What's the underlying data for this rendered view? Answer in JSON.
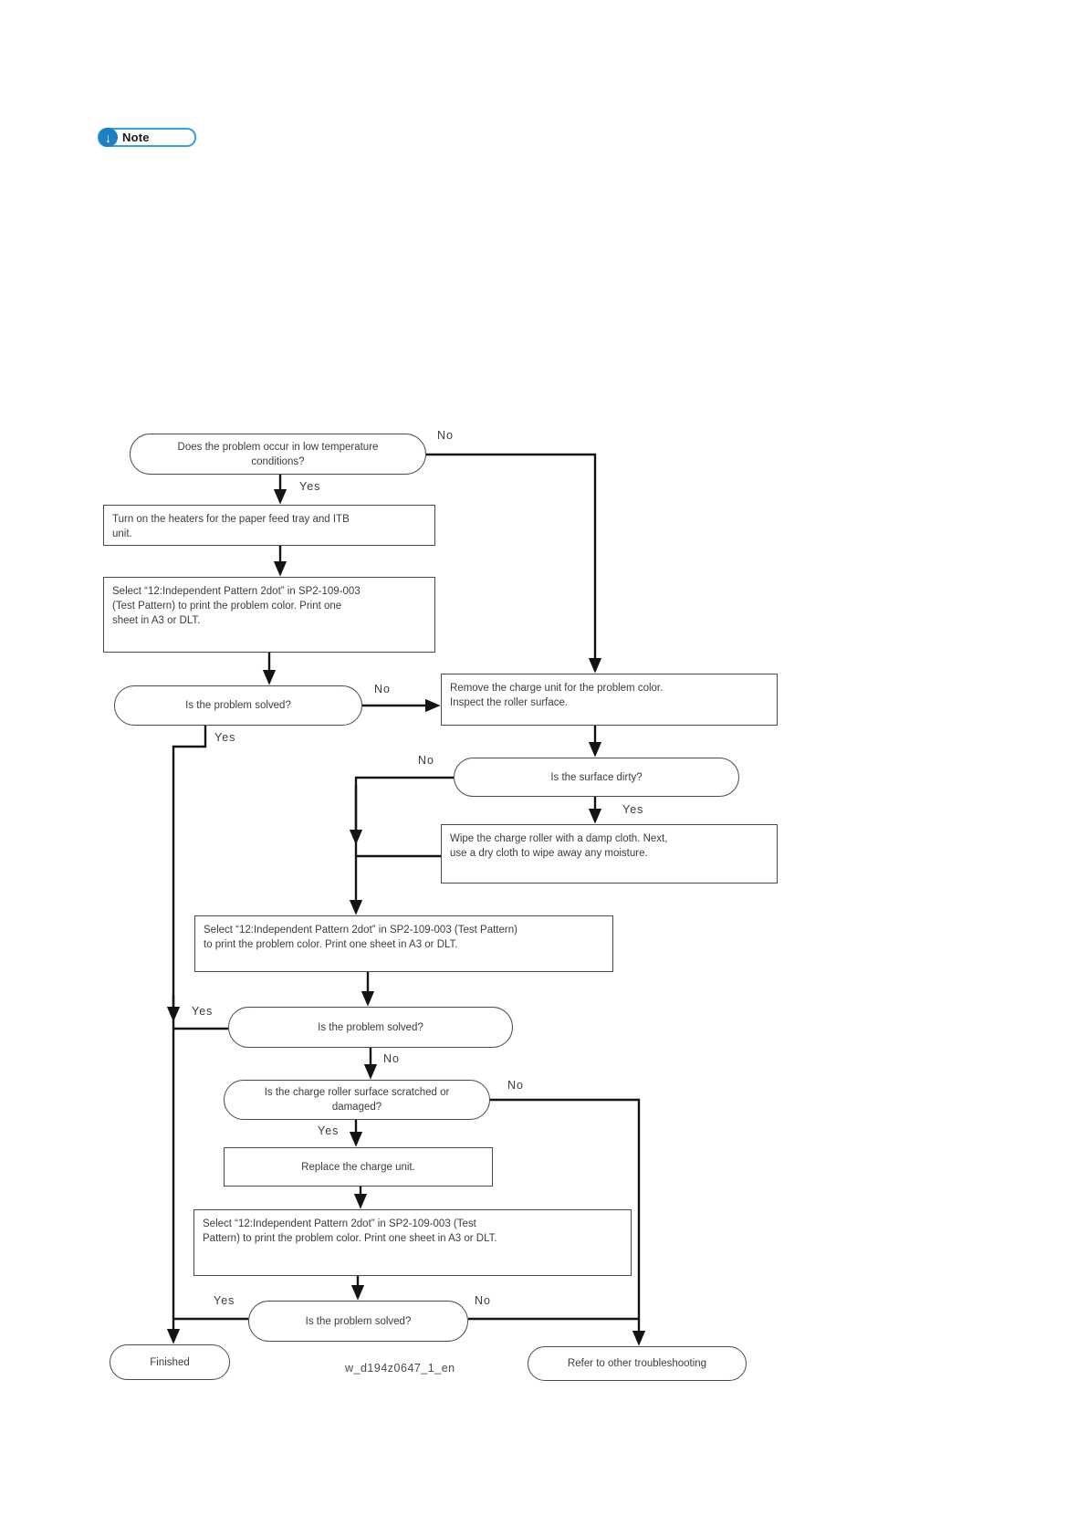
{
  "note_badge": {
    "label": "Note",
    "icon_glyph": "↓",
    "border_color": "#33a3da",
    "circle_color": "#1d80c3"
  },
  "figure_caption": "w_d194z0647_1_en",
  "flowchart": {
    "nodes": {
      "low_temp_question": {
        "type": "decision",
        "text": "Does the problem occur in low temperature\nconditions?"
      },
      "turn_on_heaters": {
        "type": "process",
        "text": "Turn on the heaters for the paper feed tray and ITB\nunit."
      },
      "select_test_pattern_1": {
        "type": "process",
        "text": "Select “12:Independent Pattern 2dot” in SP2-109-003\n(Test Pattern) to print the problem color. Print one\nsheet in A3 or DLT."
      },
      "problem_solved_1": {
        "type": "decision",
        "text": "Is the problem solved?"
      },
      "remove_charge_unit": {
        "type": "process",
        "text": "Remove the charge unit for the problem color.\nInspect the roller surface."
      },
      "surface_dirty_question": {
        "type": "decision",
        "text": "Is the surface dirty?"
      },
      "wipe_charge_roller": {
        "type": "process",
        "text": "Wipe the charge roller with a damp cloth. Next,\nuse a dry cloth to wipe away any moisture."
      },
      "select_test_pattern_2": {
        "type": "process",
        "text": "Select “12:Independent Pattern 2dot” in SP2-109-003 (Test Pattern)\nto print the problem color. Print one sheet in A3 or DLT."
      },
      "problem_solved_2": {
        "type": "decision",
        "text": "Is the problem solved?"
      },
      "roller_scratched_question": {
        "type": "decision",
        "text": "Is the charge roller surface scratched or\ndamaged?"
      },
      "replace_charge_unit": {
        "type": "process",
        "text": "Replace the charge unit."
      },
      "select_test_pattern_3": {
        "type": "process",
        "text": "Select “12:Independent Pattern 2dot” in SP2-109-003 (Test\nPattern) to print the problem color. Print one sheet in A3 or DLT."
      },
      "problem_solved_3": {
        "type": "decision",
        "text": "Is the problem solved?"
      },
      "finished": {
        "type": "terminator",
        "text": "Finished"
      },
      "refer_other_troubleshooting": {
        "type": "terminator",
        "text": "Refer to other troubleshooting"
      }
    },
    "edge_labels": {
      "low_temp_no": "No",
      "low_temp_yes": "Yes",
      "solved1_no": "No",
      "solved1_yes": "Yes",
      "dirty_no": "No",
      "dirty_yes": "Yes",
      "solved2_yes": "Yes",
      "solved2_no": "No",
      "scratched_no": "No",
      "scratched_yes": "Yes",
      "solved3_yes": "Yes",
      "solved3_no": "No"
    }
  }
}
